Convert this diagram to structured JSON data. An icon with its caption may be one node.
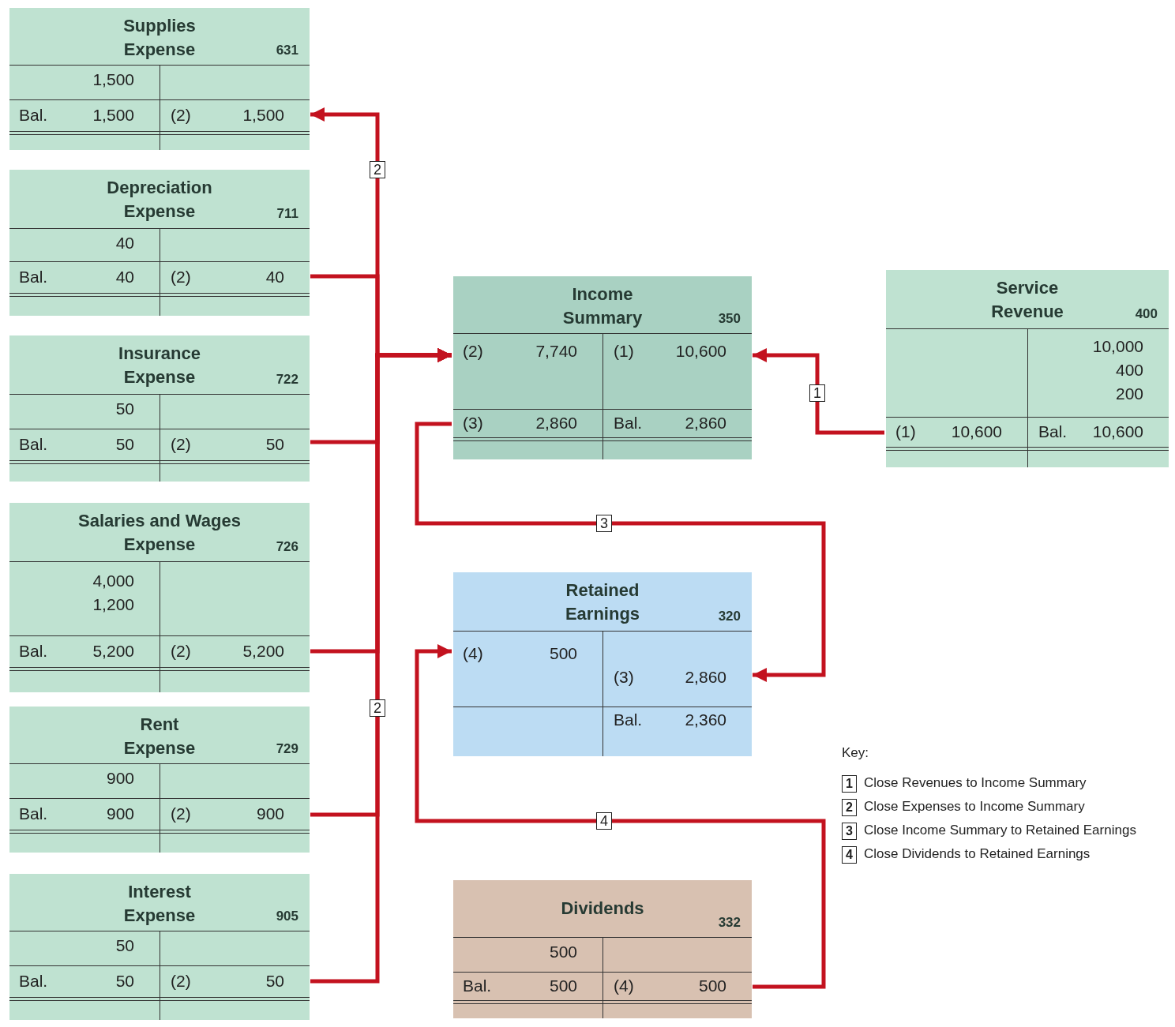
{
  "diagram": {
    "nodes": [
      {
        "text": [
          "Supplies Expense",
          "631",
          "1,500",
          "Bal.",
          "1,500",
          "(2)",
          "1,500"
        ]
      },
      {
        "text": [
          "Depreciation Expense",
          "711",
          "40",
          "Bal.",
          "40",
          "(2)",
          "40"
        ]
      },
      {
        "text": [
          "Insurance Expense",
          "722",
          "50",
          "Bal.",
          "50",
          "(2)",
          "50"
        ]
      },
      {
        "text": [
          "Salaries and Wages Expense",
          "726",
          "4,000",
          "1,200",
          "Bal.",
          "5,200",
          "(2)",
          "5,200"
        ]
      },
      {
        "text": [
          "Rent Expense",
          "729",
          "900",
          "Bal.",
          "900",
          "(2)",
          "900"
        ]
      },
      {
        "text": [
          "Interest Expense",
          "905",
          "50",
          "Bal.",
          "50",
          "(2)",
          "50"
        ]
      },
      {
        "text": [
          "Income Summary",
          "350",
          "(2)",
          "7,740",
          "(1)",
          "10,600",
          "(3)",
          "2,860",
          "Bal.",
          "2,860"
        ]
      },
      {
        "text": [
          "Service Revenue",
          "400",
          "10,000",
          "400",
          "200",
          "(1)",
          "10,600",
          "Bal.",
          "10,600"
        ]
      },
      {
        "text": [
          "Retained Earnings",
          "320",
          "(4)",
          "500",
          "(3)",
          "2,860",
          "Bal.",
          "2,360"
        ]
      },
      {
        "text": [
          "Dividends",
          "332",
          "500",
          "Bal.",
          "500",
          "(4)",
          "500"
        ]
      }
    ],
    "edges": [
      {
        "from": 0,
        "to": 6,
        "arrow": "both",
        "label": "2"
      },
      {
        "from": 1,
        "to": 6,
        "arrow": "to"
      },
      {
        "from": 2,
        "to": 6,
        "arrow": "to"
      },
      {
        "from": 3,
        "to": 6,
        "arrow": "to"
      },
      {
        "from": 4,
        "to": 6,
        "arrow": "to"
      },
      {
        "from": 5,
        "to": 6,
        "arrow": "to",
        "label": "2"
      },
      {
        "from": 7,
        "to": 6,
        "arrow": "to",
        "label": "1"
      },
      {
        "from": 6,
        "to": 8,
        "arrow": "to",
        "label": "3"
      },
      {
        "from": 9,
        "to": 8,
        "arrow": "to",
        "label": "4"
      }
    ],
    "labels": [
      "Key:",
      "1",
      "Close Revenues to Income Summary",
      "2",
      "Close Expenses to Income Summary",
      "3",
      "Close Income Summary to Retained Earnings",
      "4",
      "Close Dividends to Retained Earnings"
    ]
  }
}
